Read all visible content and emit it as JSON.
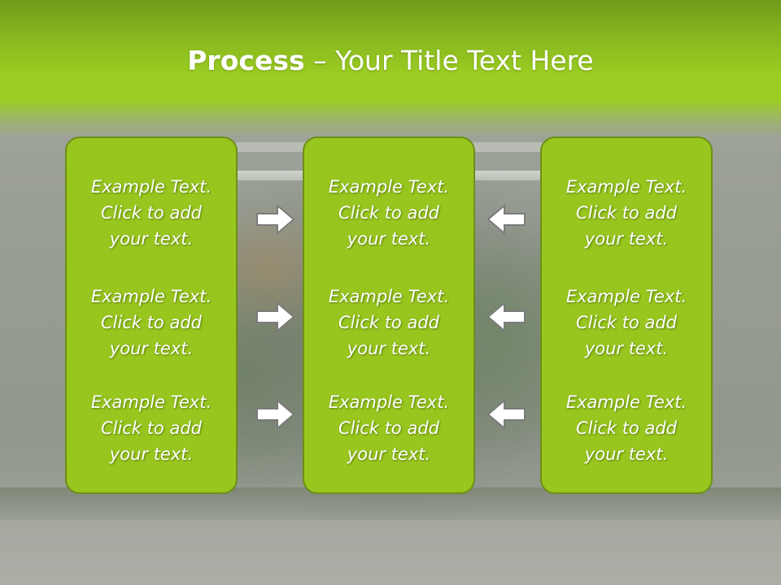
{
  "slide": {
    "title_bold": "Process",
    "title_rest": " – Your Title Text Here"
  },
  "columns": [
    {
      "items": [
        "Example Text.\nClick  to add\nyour text.",
        "Example Text.\nClick  to add\nyour text.",
        "Example Text.\nClick  to add\nyour text."
      ]
    },
    {
      "items": [
        "Example Text.\nClick  to add\nyour text.",
        "Example Text.\nClick  to add\nyour text.",
        "Example Text.\nClick  to add\nyour text."
      ]
    },
    {
      "items": [
        "Example Text.\nClick  to add\nyour text.",
        "Example Text.\nClick  to add\nyour text.",
        "Example Text.\nClick  to add\nyour text."
      ]
    }
  ],
  "arrows": {
    "left_group": "arrow-right-icon",
    "right_group": "arrow-left-icon"
  },
  "colors": {
    "header_green": "#9ccd22",
    "box_green": "#98c61e",
    "box_border": "#6d8f17",
    "arrow_fill": "#ffffff",
    "arrow_stroke": "#7b7b7b"
  }
}
